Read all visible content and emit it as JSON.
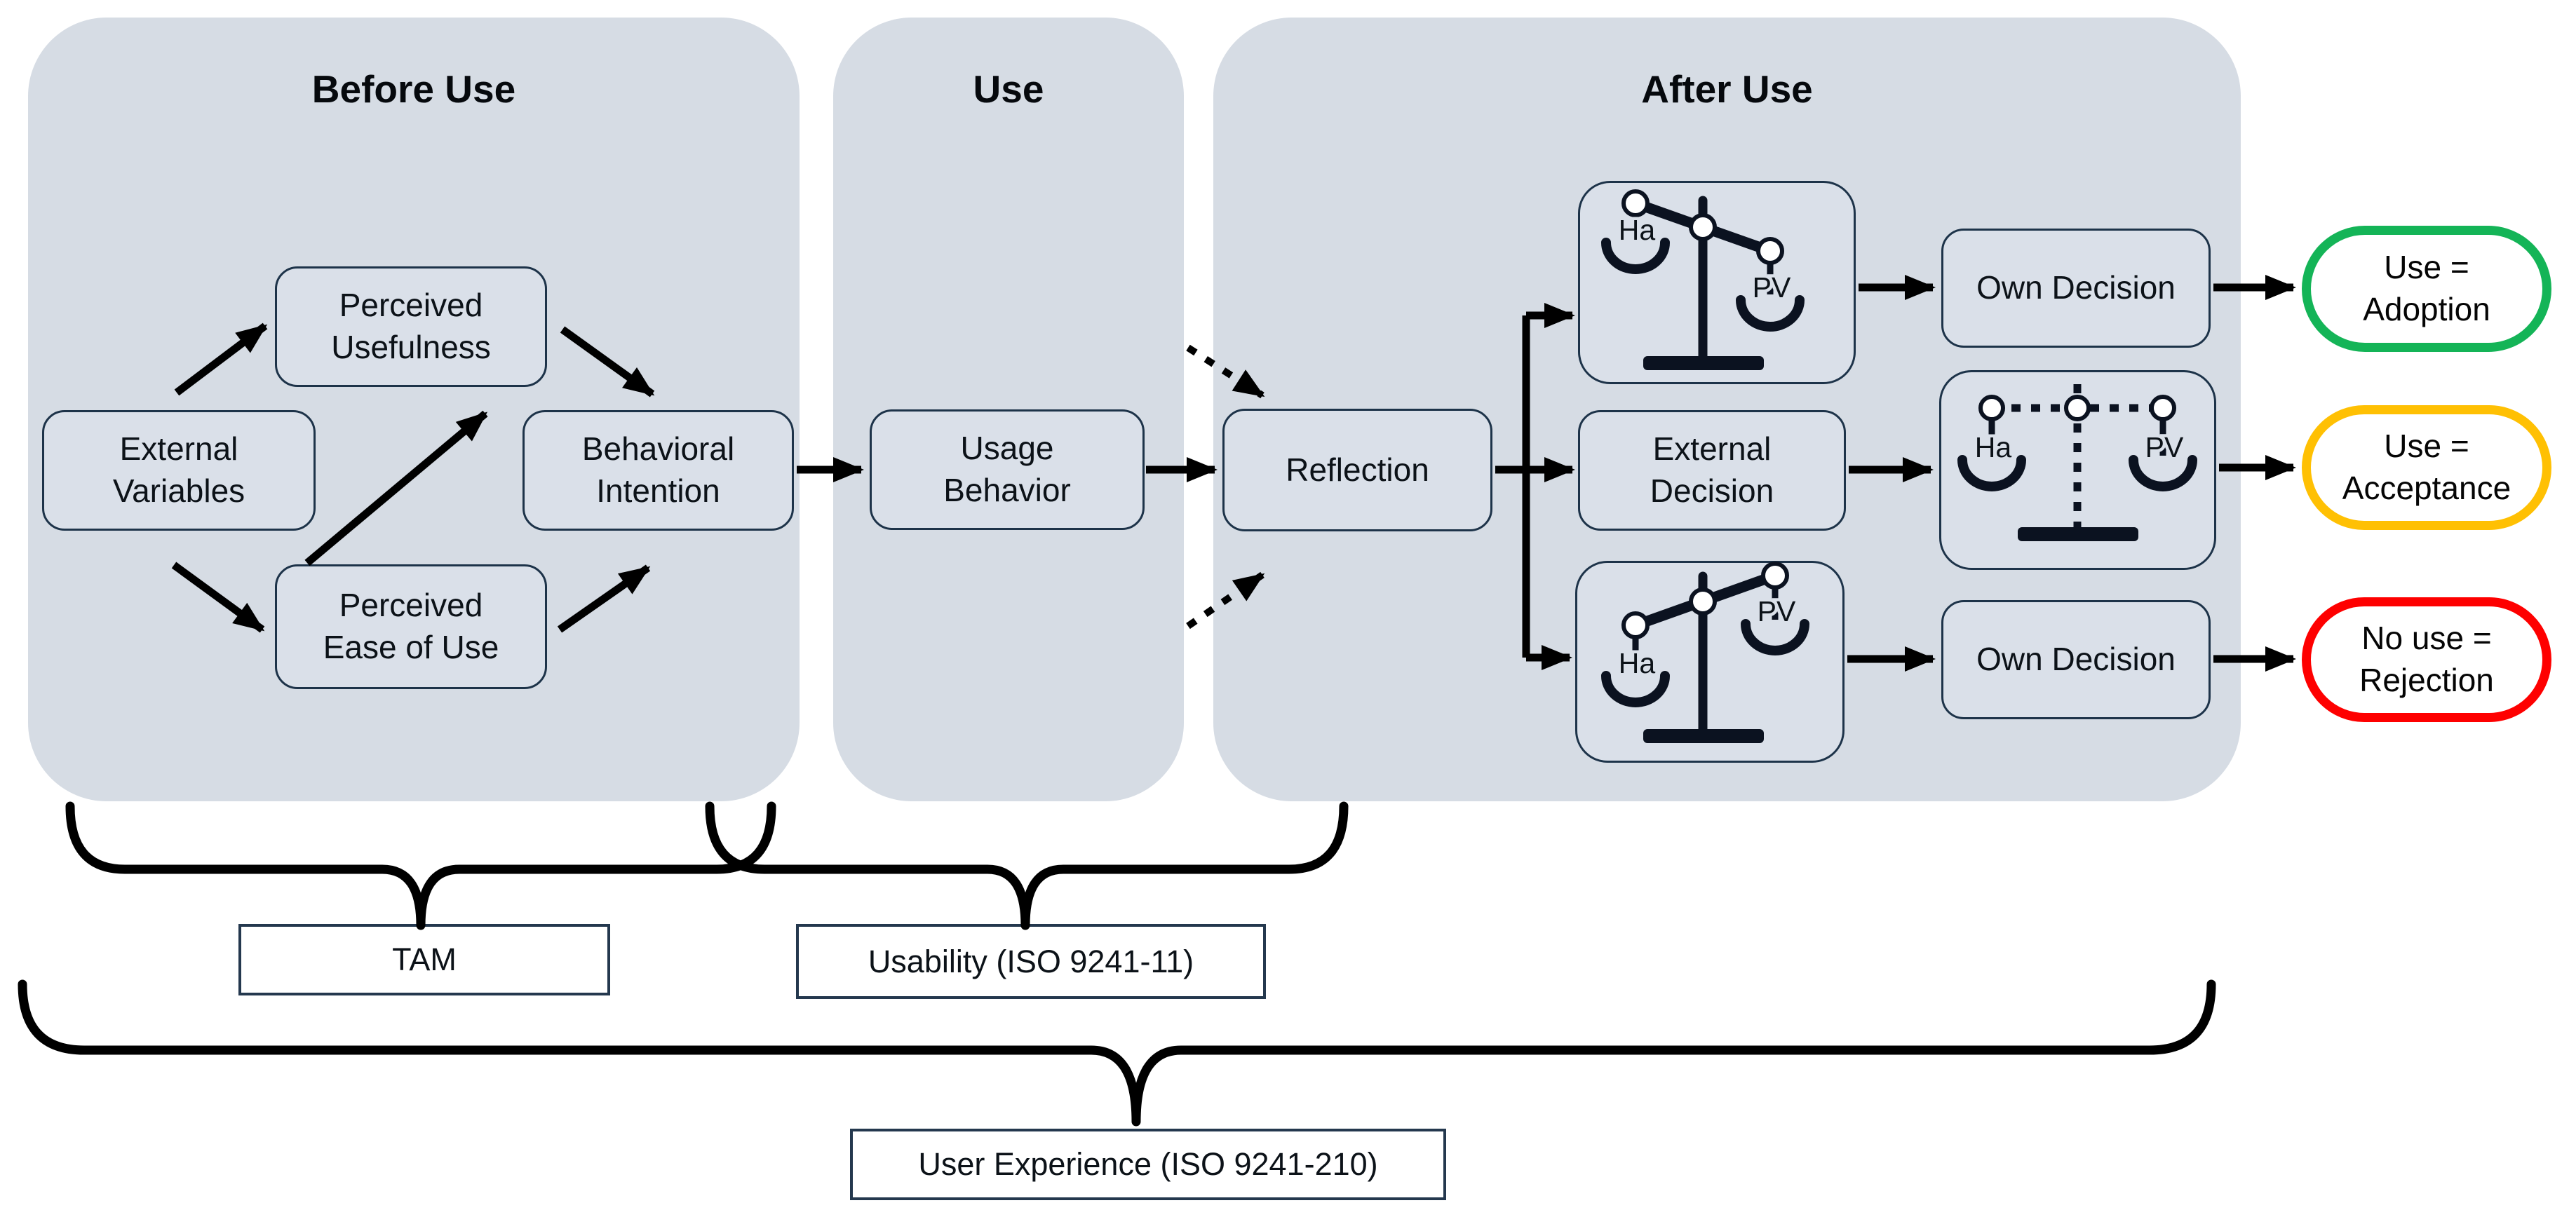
{
  "phases": {
    "before_use": {
      "title": "Before Use"
    },
    "use": {
      "title": "Use"
    },
    "after_use": {
      "title": "After Use"
    }
  },
  "nodes": {
    "external_variables": {
      "line1": "External",
      "line2": "Variables"
    },
    "perceived_usefulness": {
      "line1": "Perceived",
      "line2": "Usefulness"
    },
    "perceived_ease_of_use": {
      "line1": "Perceived",
      "line2": "Ease of Use"
    },
    "behavioral_intention": {
      "line1": "Behavioral",
      "line2": "Intention"
    },
    "usage_behavior": {
      "line1": "Usage",
      "line2": "Behavior"
    },
    "reflection": {
      "label": "Reflection"
    },
    "own_decision_top": {
      "label": "Own Decision"
    },
    "external_decision": {
      "line1": "External",
      "line2": "Decision"
    },
    "own_decision_bottom": {
      "label": "Own Decision"
    }
  },
  "scales": {
    "pv_heavier": {
      "left_pan": "Ha",
      "right_pan": "PV"
    },
    "balanced": {
      "left_pan": "Ha",
      "right_pan": "PV"
    },
    "ha_heavier": {
      "left_pan": "Ha",
      "right_pan": "PV"
    }
  },
  "outcomes": {
    "adoption": {
      "line1": "Use =",
      "line2": "Adoption",
      "border_color": "#14b457"
    },
    "acceptance": {
      "line1": "Use =",
      "line2": "Acceptance",
      "border_color": "#ffc003"
    },
    "rejection": {
      "line1": "No use =",
      "line2": "Rejection",
      "border_color": "#fe0000"
    }
  },
  "framework_labels": {
    "tam": "TAM",
    "usability": "Usability (ISO 9241-11)",
    "user_experience": "User Experience (ISO 9241-210)"
  },
  "colors": {
    "background": "#ffffff",
    "phase_panel_fill": "#d6dce4",
    "node_fill": "#dae0e9",
    "node_border": "#1d3349",
    "connector": "#000000"
  }
}
